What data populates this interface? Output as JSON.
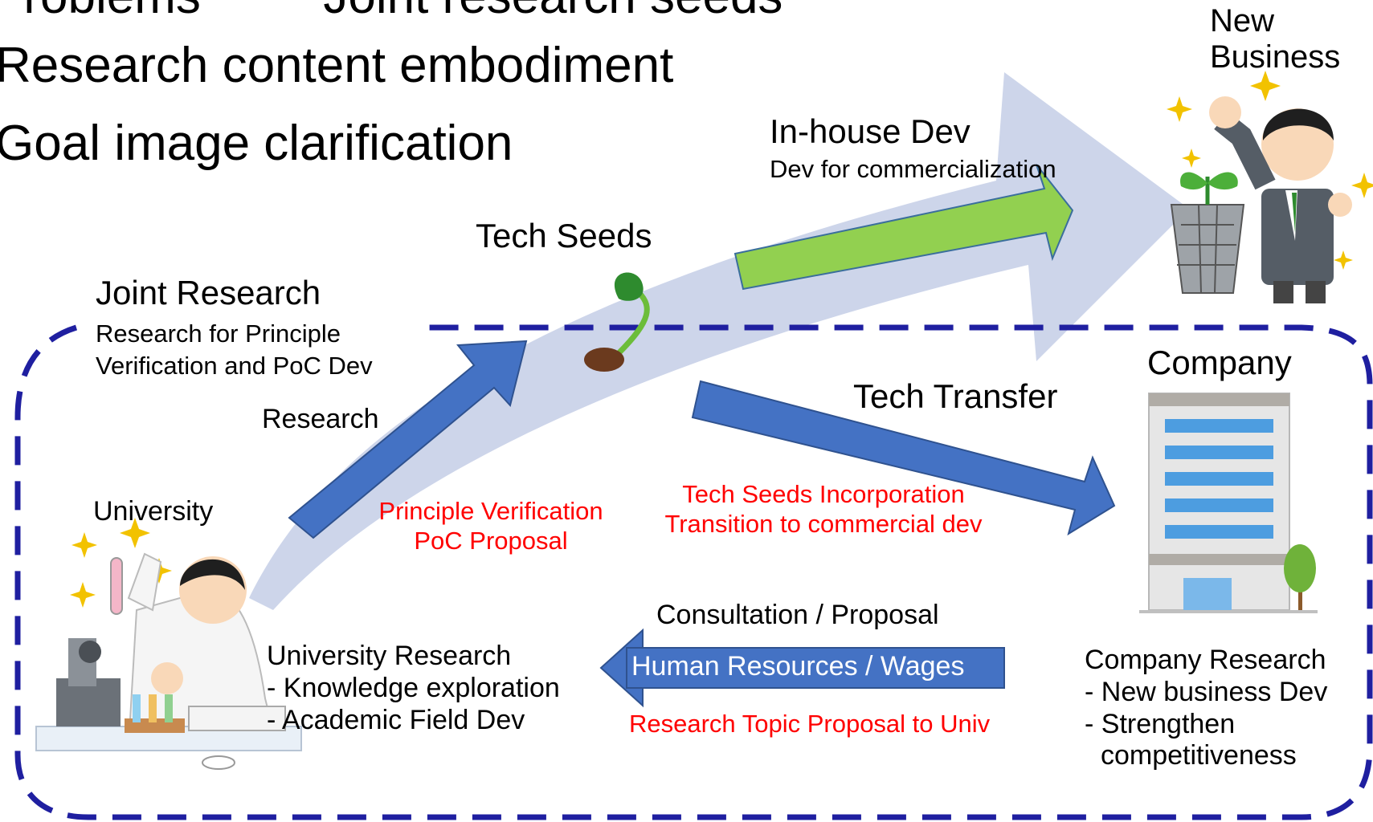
{
  "header": {
    "line1_left": "Problems",
    "line1_right": "Joint research seeds",
    "line2": "Research content embodiment",
    "line3": "Goal image clarification"
  },
  "new_business": {
    "line1": "New",
    "line2": "Business"
  },
  "inhouse": {
    "title": "In-house Dev",
    "subtitle": "Dev for commercialization"
  },
  "tech_seeds": "Tech Seeds",
  "joint_research": {
    "title": "Joint Research",
    "desc_line1": "Research for Principle",
    "desc_line2": "Verification and PoC Dev"
  },
  "research_label": "Research",
  "university_label": "University",
  "principle": {
    "line1": "Principle Verification",
    "line2": "PoC Proposal"
  },
  "tech_transfer": "Tech Transfer",
  "incorporation": {
    "line1": "Tech Seeds Incorporation",
    "line2": "Transition to commercial dev"
  },
  "company_label": "Company",
  "consultation": "Consultation / Proposal",
  "hr_wages": "Human Resources / Wages",
  "topic_proposal": "Research Topic Proposal to Univ",
  "univ_research": {
    "title": "University Research",
    "item1": "- Knowledge exploration",
    "item2": "- Academic Field Dev"
  },
  "company_research": {
    "title": "Company Research",
    "item1": "- New business Dev",
    "item2": "- Strengthen",
    "item3": "competitiveness"
  },
  "colors": {
    "flow_band": "#cdd5ea",
    "blue_arrow": "#4472c4",
    "green_arrow": "#92d050",
    "dashed_border": "#1f1fa0",
    "red_text": "#ff0000"
  }
}
